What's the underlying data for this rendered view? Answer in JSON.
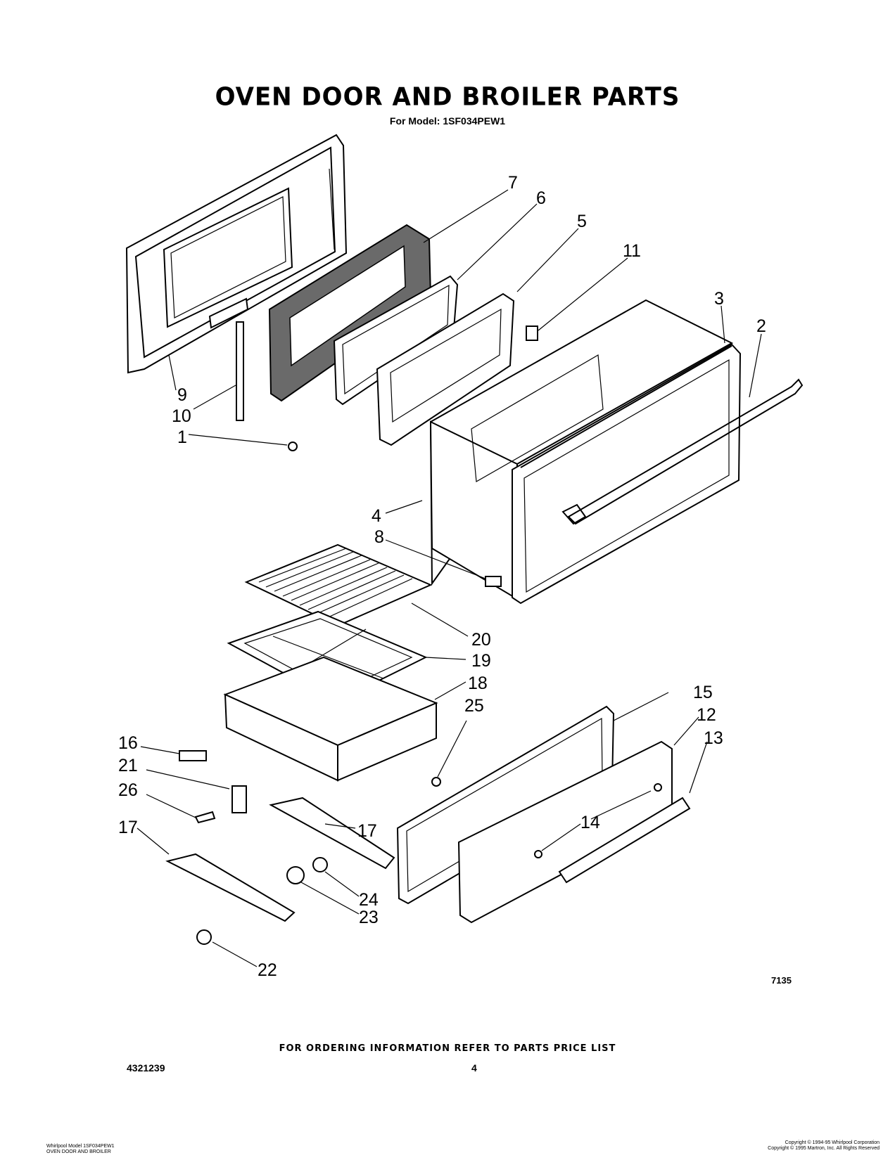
{
  "header": {
    "title": "OVEN DOOR AND BROILER PARTS",
    "model_line": "For Model: 1SF034PEW1"
  },
  "callouts": [
    {
      "id": "c7",
      "label": "7"
    },
    {
      "id": "c6",
      "label": "6"
    },
    {
      "id": "c5",
      "label": "5"
    },
    {
      "id": "c11",
      "label": "11"
    },
    {
      "id": "c3",
      "label": "3"
    },
    {
      "id": "c2",
      "label": "2"
    },
    {
      "id": "c9",
      "label": "9"
    },
    {
      "id": "c10",
      "label": "10"
    },
    {
      "id": "c1",
      "label": "1"
    },
    {
      "id": "c4",
      "label": "4"
    },
    {
      "id": "c8",
      "label": "8"
    },
    {
      "id": "c20",
      "label": "20"
    },
    {
      "id": "c19",
      "label": "19"
    },
    {
      "id": "c18",
      "label": "18"
    },
    {
      "id": "c15",
      "label": "15"
    },
    {
      "id": "c25",
      "label": "25"
    },
    {
      "id": "c12",
      "label": "12"
    },
    {
      "id": "c13",
      "label": "13"
    },
    {
      "id": "c16",
      "label": "16"
    },
    {
      "id": "c21",
      "label": "21"
    },
    {
      "id": "c26",
      "label": "26"
    },
    {
      "id": "c14",
      "label": "14"
    },
    {
      "id": "c17a",
      "label": "17"
    },
    {
      "id": "c17b",
      "label": "17"
    },
    {
      "id": "c24",
      "label": "24"
    },
    {
      "id": "c23",
      "label": "23"
    },
    {
      "id": "c22",
      "label": "22"
    }
  ],
  "figure_code": "7135",
  "footer": {
    "ordering_note": "FOR ORDERING INFORMATION REFER TO PARTS PRICE LIST",
    "doc_number": "4321239",
    "page_number": "4",
    "corner_left_1": "Whirlpool Model 1SF034PEW1",
    "corner_left_2": "OVEN DOOR AND BROILER",
    "corner_right_1": "Copyright © 1994-95 Whirlpool Corporation",
    "corner_right_2": "Copyright © 1995 Martron, Inc. All Rights Reserved"
  }
}
